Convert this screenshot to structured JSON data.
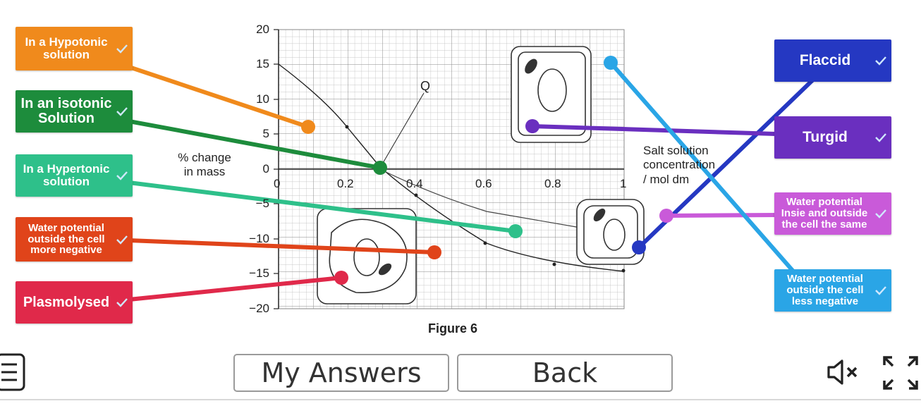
{
  "figure_caption": "Figure 6",
  "y_axis_label": [
    "% change",
    "in mass"
  ],
  "x_axis_label": [
    "Salt solution",
    "concentration",
    "/ mol dm"
  ],
  "q_label": "Q",
  "y_ticks": [
    "20",
    "15",
    "10",
    "5",
    "0",
    "−5",
    "−10",
    "−15",
    "−20"
  ],
  "x_ticks": [
    "0",
    "0.2",
    "0.4",
    "0.6",
    "0.8",
    "1"
  ],
  "left_labels": [
    {
      "line1": "In a Hypotonic",
      "line2": "solution",
      "line3": "",
      "color": "#f08a1c"
    },
    {
      "line1": "In an isotonic",
      "line2": "Solution",
      "line3": "",
      "color": "#1d8c3c"
    },
    {
      "line1": "In a Hypertonic",
      "line2": "solution",
      "line3": "",
      "color": "#2ec08a"
    },
    {
      "line1": "Water potential",
      "line2": "outside the cell",
      "line3": "more negative",
      "color": "#e0441a"
    },
    {
      "line1": "Plasmolysed",
      "line2": "",
      "line3": "",
      "color": "#e0294a"
    }
  ],
  "right_labels": [
    {
      "line1": "Flaccid",
      "line2": "",
      "line3": "",
      "color": "#2538c2"
    },
    {
      "line1": "Turgid",
      "line2": "",
      "line3": "",
      "color": "#6a2fbf"
    },
    {
      "line1": "Water potential",
      "line2": "Insie and outside",
      "line3": "the cell the same",
      "color": "#c95ad9"
    },
    {
      "line1": "Water potential",
      "line2": "outside the cell",
      "line3": "less negative",
      "color": "#2aa5e6"
    }
  ],
  "bottom_bar": {
    "my_answers_label": "My Answers",
    "back_label": "Back"
  },
  "icons": {
    "menu": "menu-icon",
    "mute": "speaker-muted-icon",
    "fullscreen": "fullscreen-icon"
  }
}
